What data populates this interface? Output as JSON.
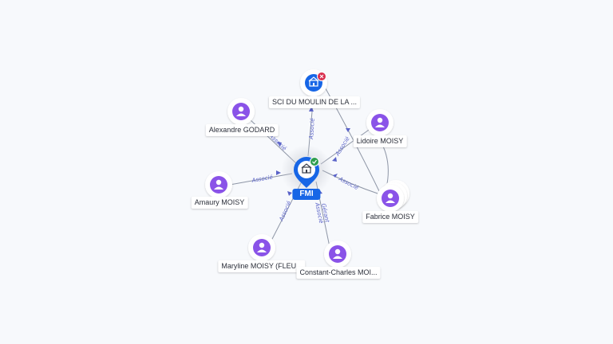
{
  "center": {
    "label": "FMI",
    "icon": "building-icon",
    "status_icon": "check-badge-icon"
  },
  "company": {
    "label": "SCI DU MOULIN DE LA ...",
    "icon": "building-icon",
    "status_icon": "cross-badge-icon"
  },
  "people": [
    {
      "id": "alexandre",
      "label": "Alexandre GODARD",
      "icon": "person-icon"
    },
    {
      "id": "amaury",
      "label": "Amaury MOISY",
      "icon": "person-icon"
    },
    {
      "id": "maryline",
      "label": "Maryline MOISY (FLEU...",
      "icon": "person-icon"
    },
    {
      "id": "constant",
      "label": "Constant-Charles MOI...",
      "icon": "person-icon"
    },
    {
      "id": "lidoire",
      "label": "Lidoire MOISY",
      "icon": "person-icon"
    },
    {
      "id": "fabrice",
      "label": "Fabrice MOISY",
      "icon": "person-icon"
    }
  ],
  "edge_labels": {
    "company": "Associé",
    "alexandre": "Associé",
    "amaury": "Associé",
    "maryline": "Associé",
    "constant_1": "Gérant",
    "constant_2": "Associé",
    "lidoire": "Associé",
    "fabrice": "Associé"
  },
  "colors": {
    "person": "#8a53e8",
    "company": "#1766e6",
    "center": "#1766e6",
    "ok": "#2e9e4f",
    "closed": "#d9304f",
    "edge": "#8e96a6",
    "edge_label": "#5a63c8"
  }
}
